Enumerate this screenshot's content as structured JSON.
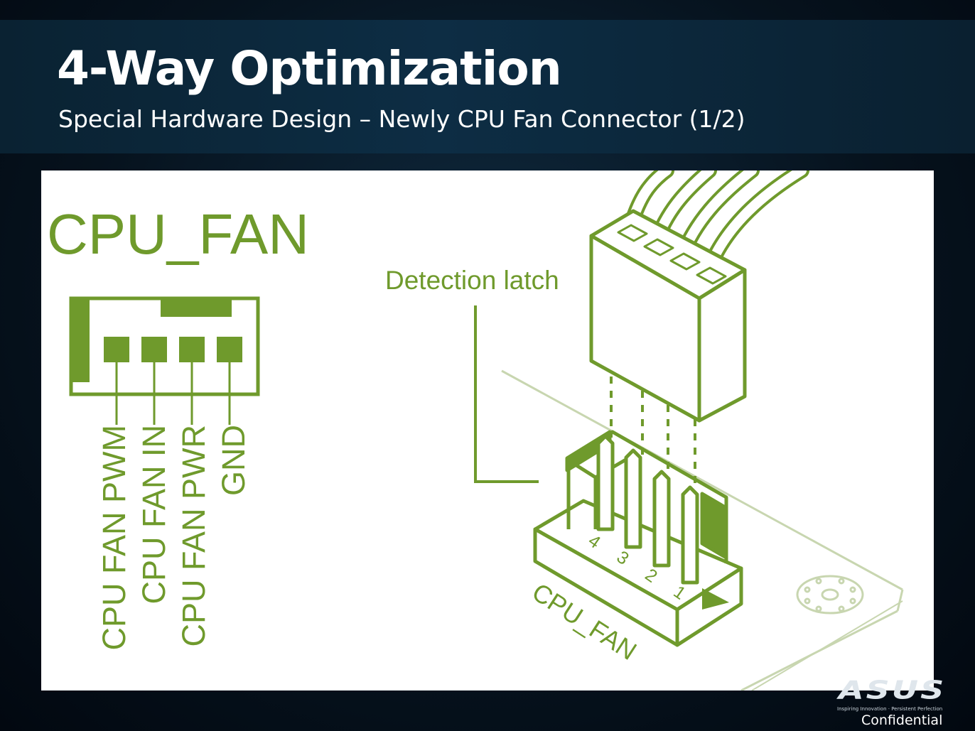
{
  "slide": {
    "title": "4-Way Optimization",
    "subtitle": "Special Hardware Design – Newly CPU Fan Connector (1/2)"
  },
  "diagram": {
    "header_name": "CPU_FAN",
    "pin_labels": [
      "CPU FAN PWM",
      "CPU FAN IN",
      "CPU FAN PWR",
      "GND"
    ],
    "callout": "Detection latch",
    "connector_pin_numbers": [
      "4",
      "3",
      "2",
      "1"
    ],
    "board_silkscreen": "CPU_FAN",
    "accent_color": "#6f9a2c"
  },
  "branding": {
    "logo": "ASUS",
    "tagline": "Inspiring Innovation · Persistent Perfection",
    "confidential": "Confidential"
  }
}
